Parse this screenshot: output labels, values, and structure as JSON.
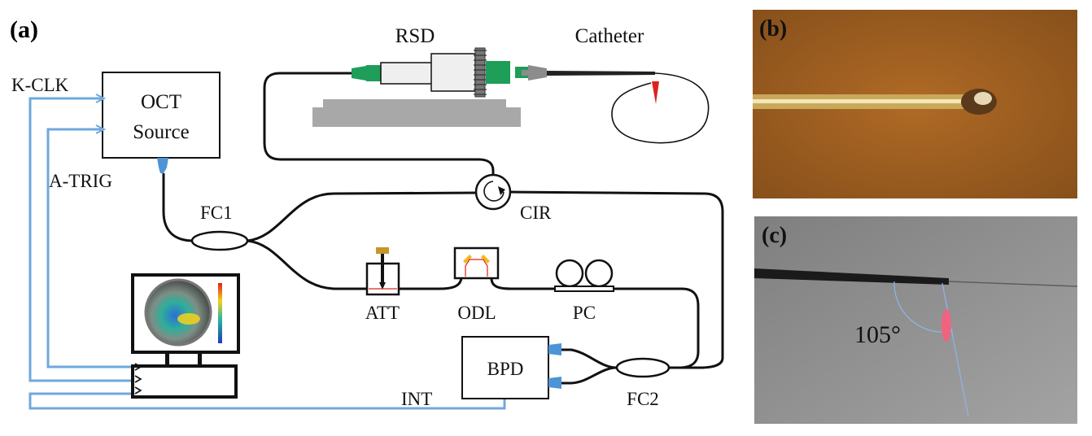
{
  "panels": {
    "a": "(a)",
    "b": "(b)",
    "c": "(c)"
  },
  "components": {
    "oct_source_line1": "OCT",
    "oct_source_line2": "Source",
    "k_clk": "K-CLK",
    "a_trig": "A-TRIG",
    "rsd": "RSD",
    "catheter": "Catheter",
    "fc1": "FC1",
    "cir": "CIR",
    "att": "ATT",
    "odl": "ODL",
    "pc": "PC",
    "bpd": "BPD",
    "fc2": "FC2",
    "int": "INT"
  },
  "photo_c": {
    "angle_label": "105°"
  },
  "colors": {
    "fiber": "#111111",
    "signal_wire": "#6fa8dc",
    "connector_green": "#1e9e58",
    "connector_blue": "#4d94d6",
    "tip_red": "#e0211b",
    "photo_b_bg": "#9b5b1f",
    "photo_c_bg": "#8e8e8e",
    "beam_red": "#ff5a7a"
  }
}
